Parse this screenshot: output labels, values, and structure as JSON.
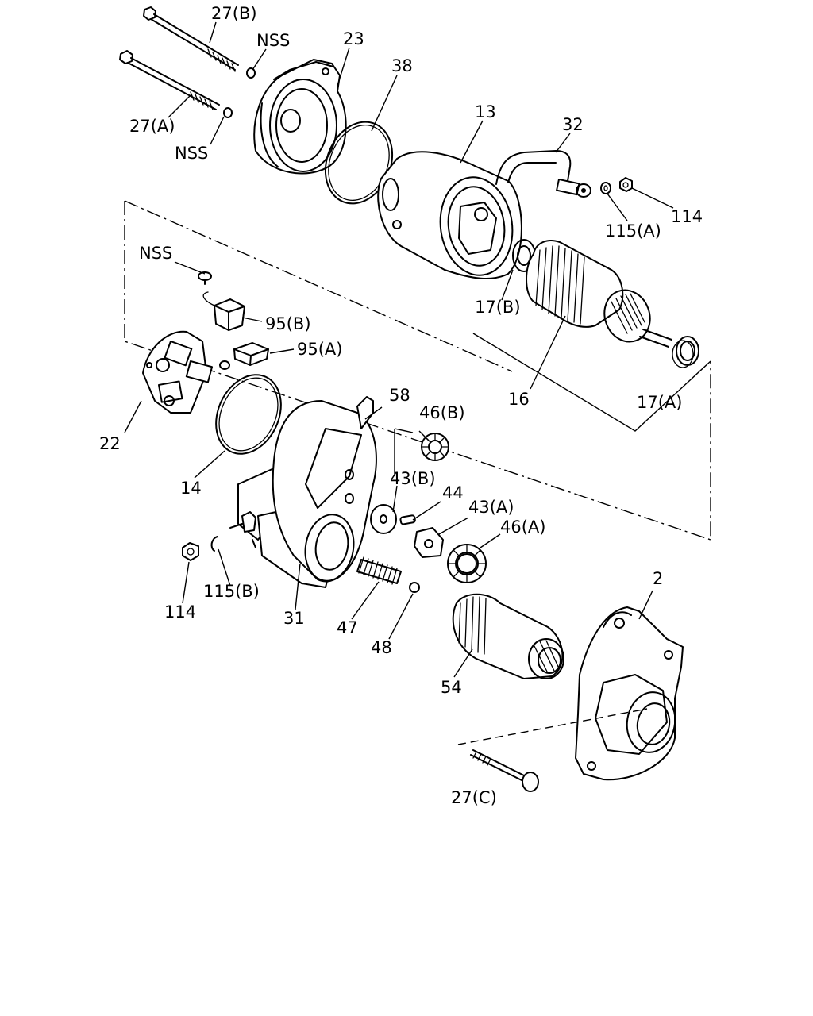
{
  "diagram": {
    "labels": {
      "l27b": "27(B)",
      "nssTop": "NSS",
      "l23": "23",
      "l38": "38",
      "l13": "13",
      "l32": "32",
      "l27a": "27(A)",
      "nssMid": "NSS",
      "l114Top": "114",
      "l115a": "115(A)",
      "nssBrush": "NSS",
      "l17b": "17(B)",
      "l95b": "95(B)",
      "l95a": "95(A)",
      "l16": "16",
      "l17a": "17(A)",
      "l58": "58",
      "l46b": "46(B)",
      "l22": "22",
      "l14": "14",
      "l43b": "43(B)",
      "l44": "44",
      "l43a": "43(A)",
      "l46a": "46(A)",
      "l2": "2",
      "l115b": "115(B)",
      "l114Bot": "114",
      "l31": "31",
      "l47": "47",
      "l48": "48",
      "l54": "54",
      "l27c": "27(C)"
    }
  }
}
